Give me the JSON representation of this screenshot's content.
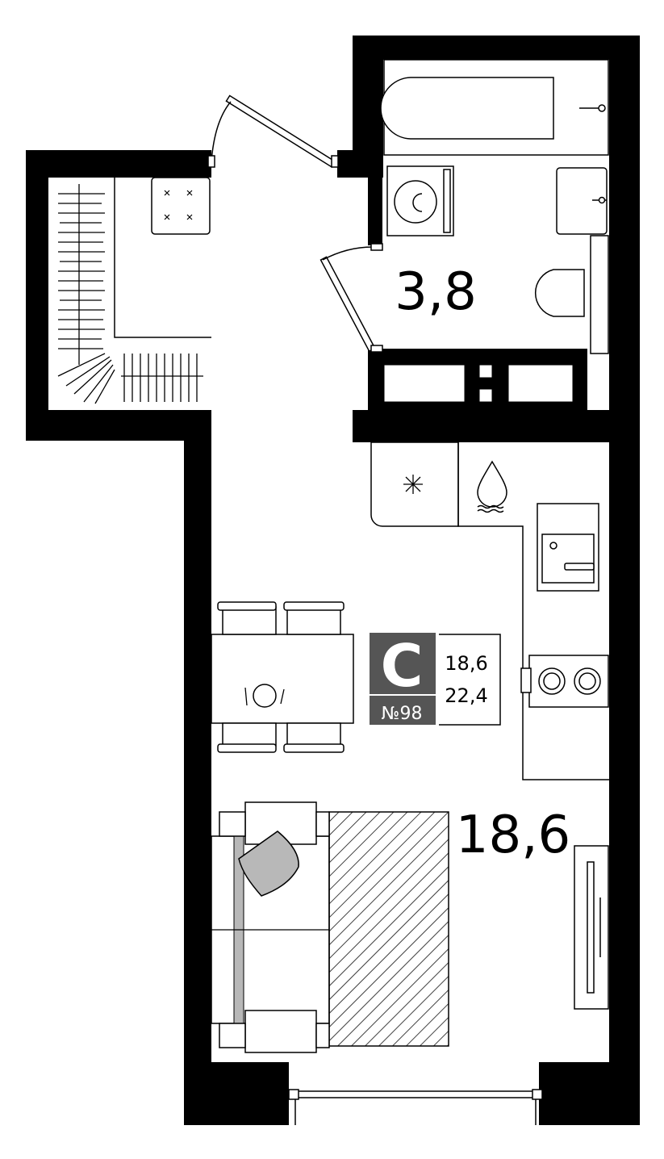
{
  "rooms": {
    "bathroom_area": "3,8",
    "living_area": "18,6"
  },
  "badge": {
    "letter": "С",
    "number": "№98",
    "living_area": "18,6",
    "total_area": "22,4"
  },
  "colors": {
    "wall": "#000000",
    "floor": "#ffffff",
    "badge_bg": "#555555",
    "pillow": "#b8b8b8",
    "lines": "#000000"
  }
}
